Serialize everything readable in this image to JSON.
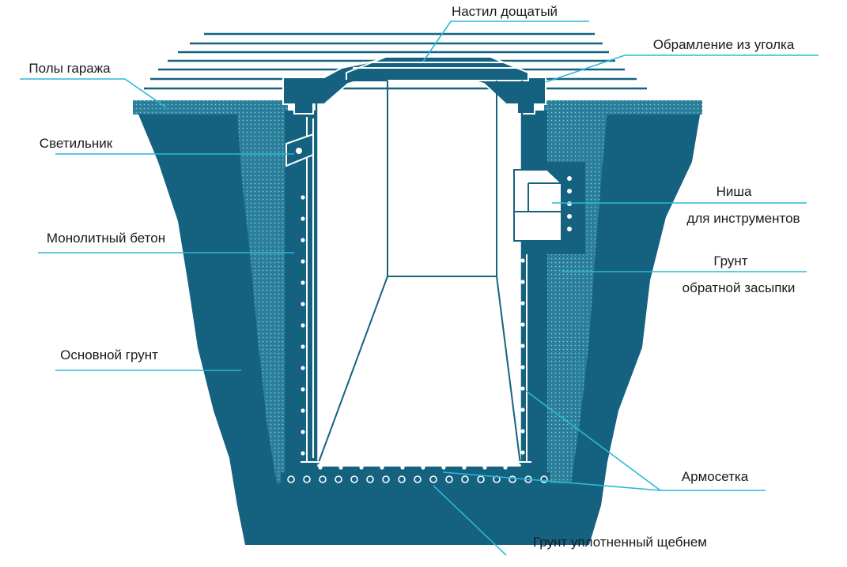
{
  "colors": {
    "soil": "#14627f",
    "backfill": "#2e86a0",
    "wall": "#14627f",
    "line": "#ffffff",
    "leader": "#2bb8d6",
    "text": "#1a1a1a"
  },
  "labels": {
    "deck": "Настил дощатый",
    "frame": "Обрамление из уголка",
    "garage_floor": "Полы гаража",
    "lamp": "Светильник",
    "niche_line1": "Ниша",
    "niche_line2": "для инструментов",
    "concrete": "Монолитный бетон",
    "backfill_line1": "Грунт",
    "backfill_line2": "обратной засыпки",
    "main_soil": "Основной грунт",
    "mesh": "Армосетка",
    "gravel": "Грунт уплотненный щебнем"
  }
}
